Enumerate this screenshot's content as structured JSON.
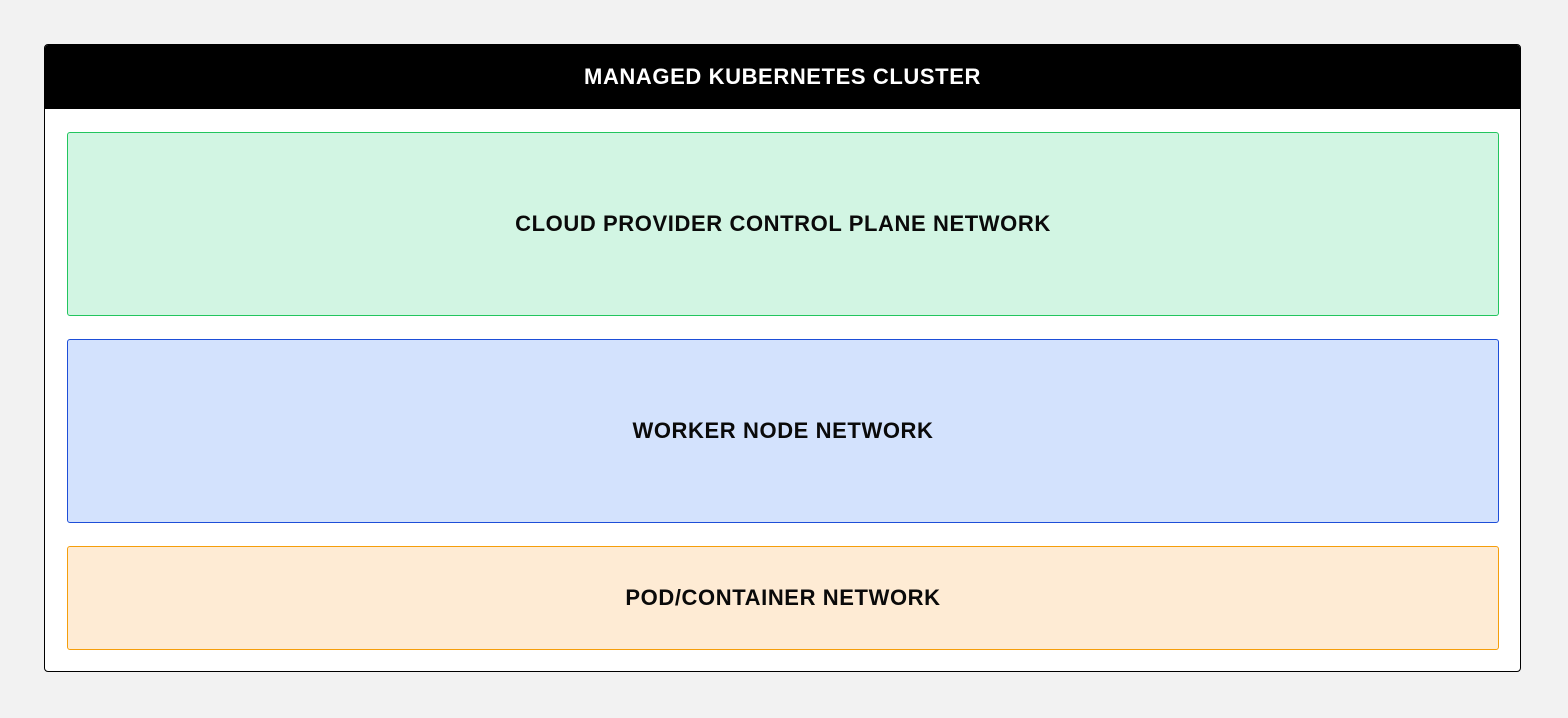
{
  "diagram": {
    "cluster": {
      "title": "MANAGED KUBERNETES CLUSTER"
    },
    "zones": [
      {
        "label": "CLOUD PROVIDER CONTROL PLANE NETWORK",
        "border_color": "#22c55e",
        "fill_color": "#d2f5e3"
      },
      {
        "label": "WORKER NODE NETWORK",
        "border_color": "#1d4ed8",
        "fill_color": "#d3e2fd"
      },
      {
        "label": "POD/CONTAINER NETWORK",
        "border_color": "#f59e0b",
        "fill_color": "#feebd4"
      }
    ],
    "colors": {
      "page_background": "#f2f2f2",
      "header_background": "#000000",
      "header_text": "#ffffff"
    }
  }
}
